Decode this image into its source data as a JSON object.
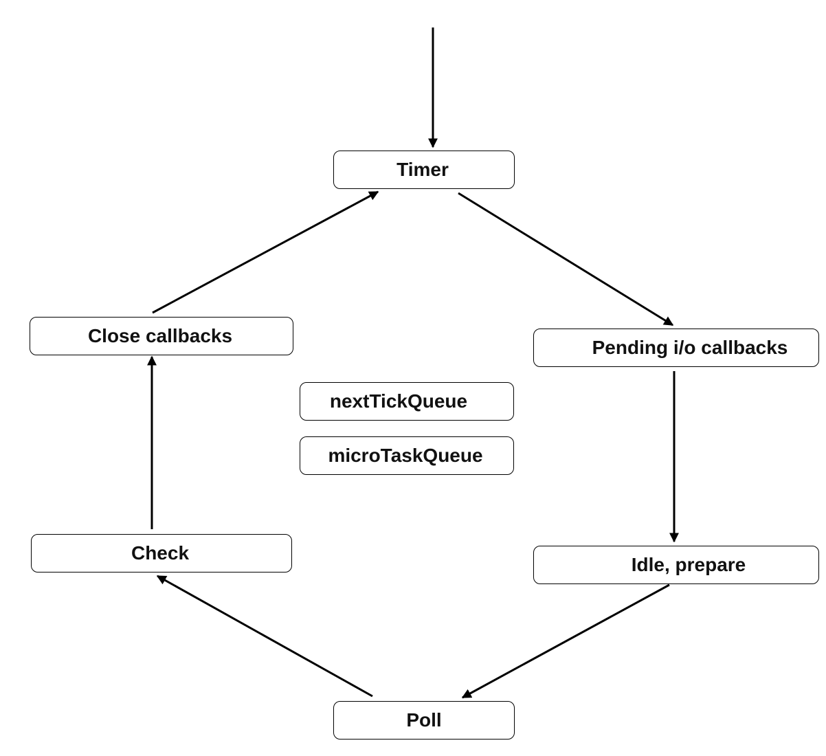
{
  "diagram": {
    "nodes": {
      "timer": "Timer",
      "pending_io_callbacks": "Pending i/o callbacks",
      "idle_prepare": "Idle, prepare",
      "poll": "Poll",
      "check": "Check",
      "close_callbacks": "Close callbacks",
      "next_tick_queue": "nextTickQueue",
      "micro_task_queue": "microTaskQueue"
    },
    "edges": [
      {
        "from": "entry",
        "to": "timer"
      },
      {
        "from": "timer",
        "to": "pending_io_callbacks"
      },
      {
        "from": "pending_io_callbacks",
        "to": "idle_prepare"
      },
      {
        "from": "idle_prepare",
        "to": "poll"
      },
      {
        "from": "poll",
        "to": "check"
      },
      {
        "from": "check",
        "to": "close_callbacks"
      },
      {
        "from": "close_callbacks",
        "to": "timer"
      }
    ],
    "colors": {
      "line": "#000000",
      "text": "#111111",
      "background": "#ffffff"
    }
  }
}
